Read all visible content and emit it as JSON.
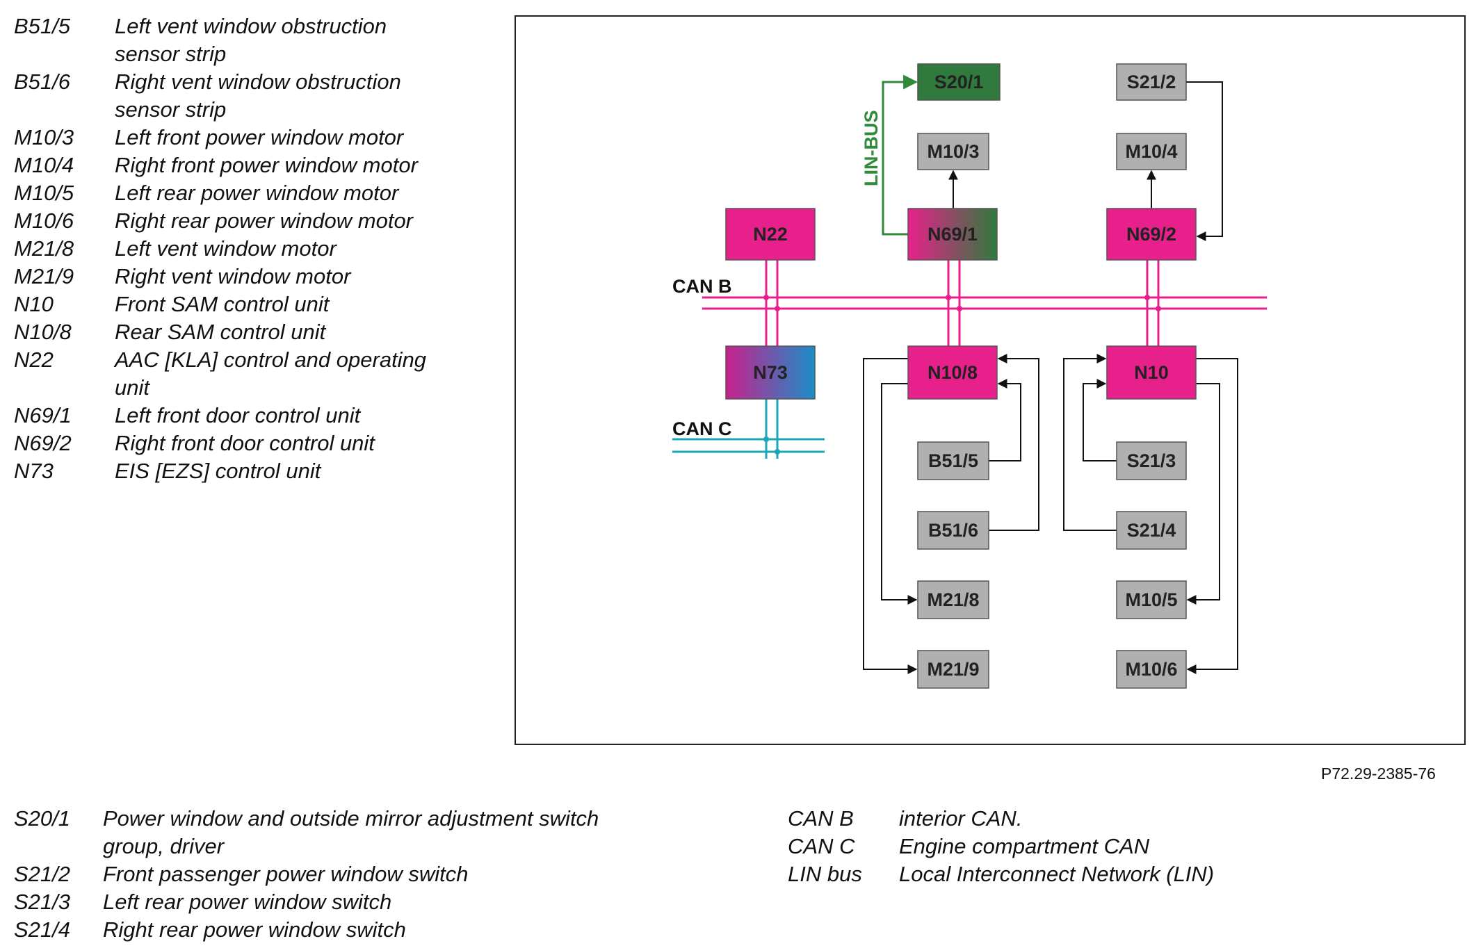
{
  "legend_top": [
    {
      "code": "B51/5",
      "desc": "Left vent window obstruction sensor strip"
    },
    {
      "code": "B51/6",
      "desc": "Right vent window obstruction sensor strip"
    },
    {
      "code": "M10/3",
      "desc": "Left front power window motor"
    },
    {
      "code": "M10/4",
      "desc": "Right front power window motor"
    },
    {
      "code": "M10/5",
      "desc": "Left rear power window motor"
    },
    {
      "code": "M10/6",
      "desc": "Right rear power window motor"
    },
    {
      "code": "M21/8",
      "desc": "Left vent window motor"
    },
    {
      "code": "M21/9",
      "desc": "Right vent window motor"
    },
    {
      "code": "N10",
      "desc": "Front SAM control unit"
    },
    {
      "code": "N10/8",
      "desc": "Rear SAM control unit"
    },
    {
      "code": "N22",
      "desc": "AAC [KLA] control and operating unit"
    },
    {
      "code": "N69/1",
      "desc": "Left front door control unit"
    },
    {
      "code": "N69/2",
      "desc": "Right front door control unit"
    },
    {
      "code": "N73",
      "desc": "EIS [EZS] control unit"
    }
  ],
  "legend_bottom_left": [
    {
      "code": "S20/1",
      "desc": "Power window and outside mirror adjustment switch group, driver"
    },
    {
      "code": "S21/2",
      "desc": "Front passenger power window switch"
    },
    {
      "code": "S21/3",
      "desc": "Left rear power window switch"
    },
    {
      "code": "S21/4",
      "desc": "Right rear power window switch"
    }
  ],
  "legend_bottom_right": [
    {
      "code": "CAN B",
      "desc": "interior CAN."
    },
    {
      "code": "CAN C",
      "desc": "Engine compartment CAN"
    },
    {
      "code": "LIN bus",
      "desc": "Local Interconnect Network (LIN)"
    }
  ],
  "figure_ref": "P72.29-2385-76",
  "diagram": {
    "bus_labels": {
      "can_b": "CAN B",
      "can_c": "CAN C",
      "lin_bus": "LIN-BUS"
    },
    "blocks": [
      {
        "id": "S20/1",
        "kind": "switch-driver"
      },
      {
        "id": "S21/2",
        "kind": "component"
      },
      {
        "id": "M10/3",
        "kind": "component"
      },
      {
        "id": "M10/4",
        "kind": "component"
      },
      {
        "id": "N22",
        "kind": "control-unit"
      },
      {
        "id": "N69/1",
        "kind": "control-unit-lin"
      },
      {
        "id": "N69/2",
        "kind": "control-unit"
      },
      {
        "id": "N73",
        "kind": "control-unit-canc"
      },
      {
        "id": "N10/8",
        "kind": "control-unit"
      },
      {
        "id": "N10",
        "kind": "control-unit"
      },
      {
        "id": "B51/5",
        "kind": "component"
      },
      {
        "id": "B51/6",
        "kind": "component"
      },
      {
        "id": "S21/3",
        "kind": "component"
      },
      {
        "id": "S21/4",
        "kind": "component"
      },
      {
        "id": "M21/8",
        "kind": "component"
      },
      {
        "id": "M21/9",
        "kind": "component"
      },
      {
        "id": "M10/5",
        "kind": "component"
      },
      {
        "id": "M10/6",
        "kind": "component"
      }
    ],
    "colors": {
      "can_b": "#e8208c",
      "can_c": "#1aa6b4",
      "lin_bus": "#2f8a3a",
      "control_unit": "#e8208c",
      "component": "#b0b0b0",
      "switch_driver": "#2f7a3c",
      "wire": "#111111"
    }
  }
}
